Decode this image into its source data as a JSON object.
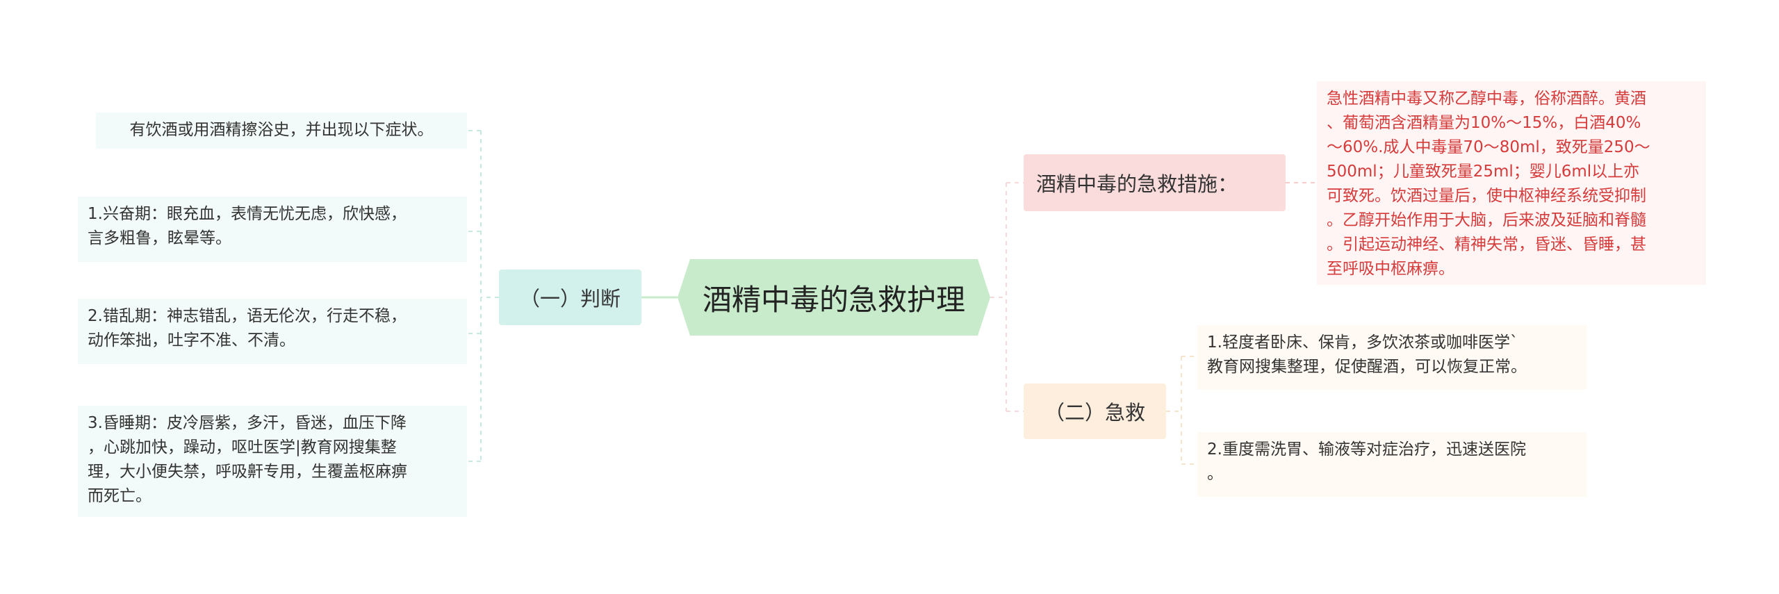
{
  "root": {
    "label": "酒精中毒的急救护理"
  },
  "left_branch": {
    "label": "（一）判断",
    "items": [
      "有饮酒或用酒精擦浴史，并出现以下症状。",
      "1.兴奋期：眼充血，表情无忧无虑，欣快感，\n言多粗鲁，眩晕等。",
      "2.错乱期：神志错乱，语无伦次，行走不稳，\n动作笨拙，吐字不准、不清。",
      "3.昏睡期：皮冷唇紫，多汗，昏迷，血压下降\n，心跳加快，躁动，呕吐医学|教育网搜集整\n理，大小便失禁，呼吸鼾专用，生覆盖枢麻痹\n而死亡。"
    ]
  },
  "right_top_branch": {
    "label": "酒精中毒的急救措施：",
    "detail": "急性酒精中毒又称乙醇中毒，俗称酒醉。黄酒\n、葡萄洒含酒精量为10%～15%，白酒40%\n～60%.成人中毒量70～80ml，致死量250～\n500ml；儿童致死量25ml；婴儿6ml以上亦\n可致死。饮酒过量后，使中枢神经系统受抑制\n。乙醇开始作用于大脑，后来波及延脑和脊髓\n。引起运动神经、精神失常，昏迷、昏睡，甚\n至呼吸中枢麻痹。"
  },
  "right_bottom_branch": {
    "label": "（二）急救",
    "items": [
      "1.轻度者卧床、保肯，多饮浓茶或咖啡医学`\n教育网搜集整理，促使醒酒，可以恢复正常。",
      "2.重度需洗胃、输液等对症治疗，迅速送医院\n。"
    ]
  }
}
